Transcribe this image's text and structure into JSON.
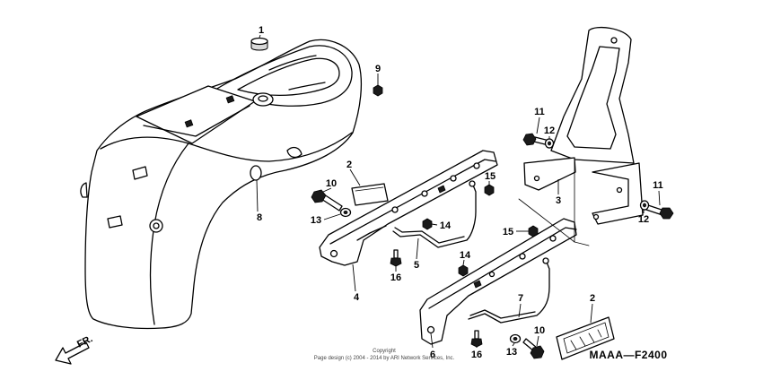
{
  "diagram_code": "MAAA—F2400",
  "copyright": {
    "line1": "Copyright",
    "line2": "Page design (c) 2004 - 2014 by ARI Network Services, Inc."
  },
  "direction_label": "FR.",
  "callouts": [
    "1",
    "9",
    "2",
    "10",
    "13",
    "15",
    "14",
    "8",
    "5",
    "4",
    "16",
    "14",
    "15",
    "11",
    "12",
    "3",
    "11",
    "12",
    "7",
    "2",
    "10",
    "13",
    "16",
    "6"
  ],
  "colors": {
    "line": "#000000",
    "background": "#ffffff"
  }
}
